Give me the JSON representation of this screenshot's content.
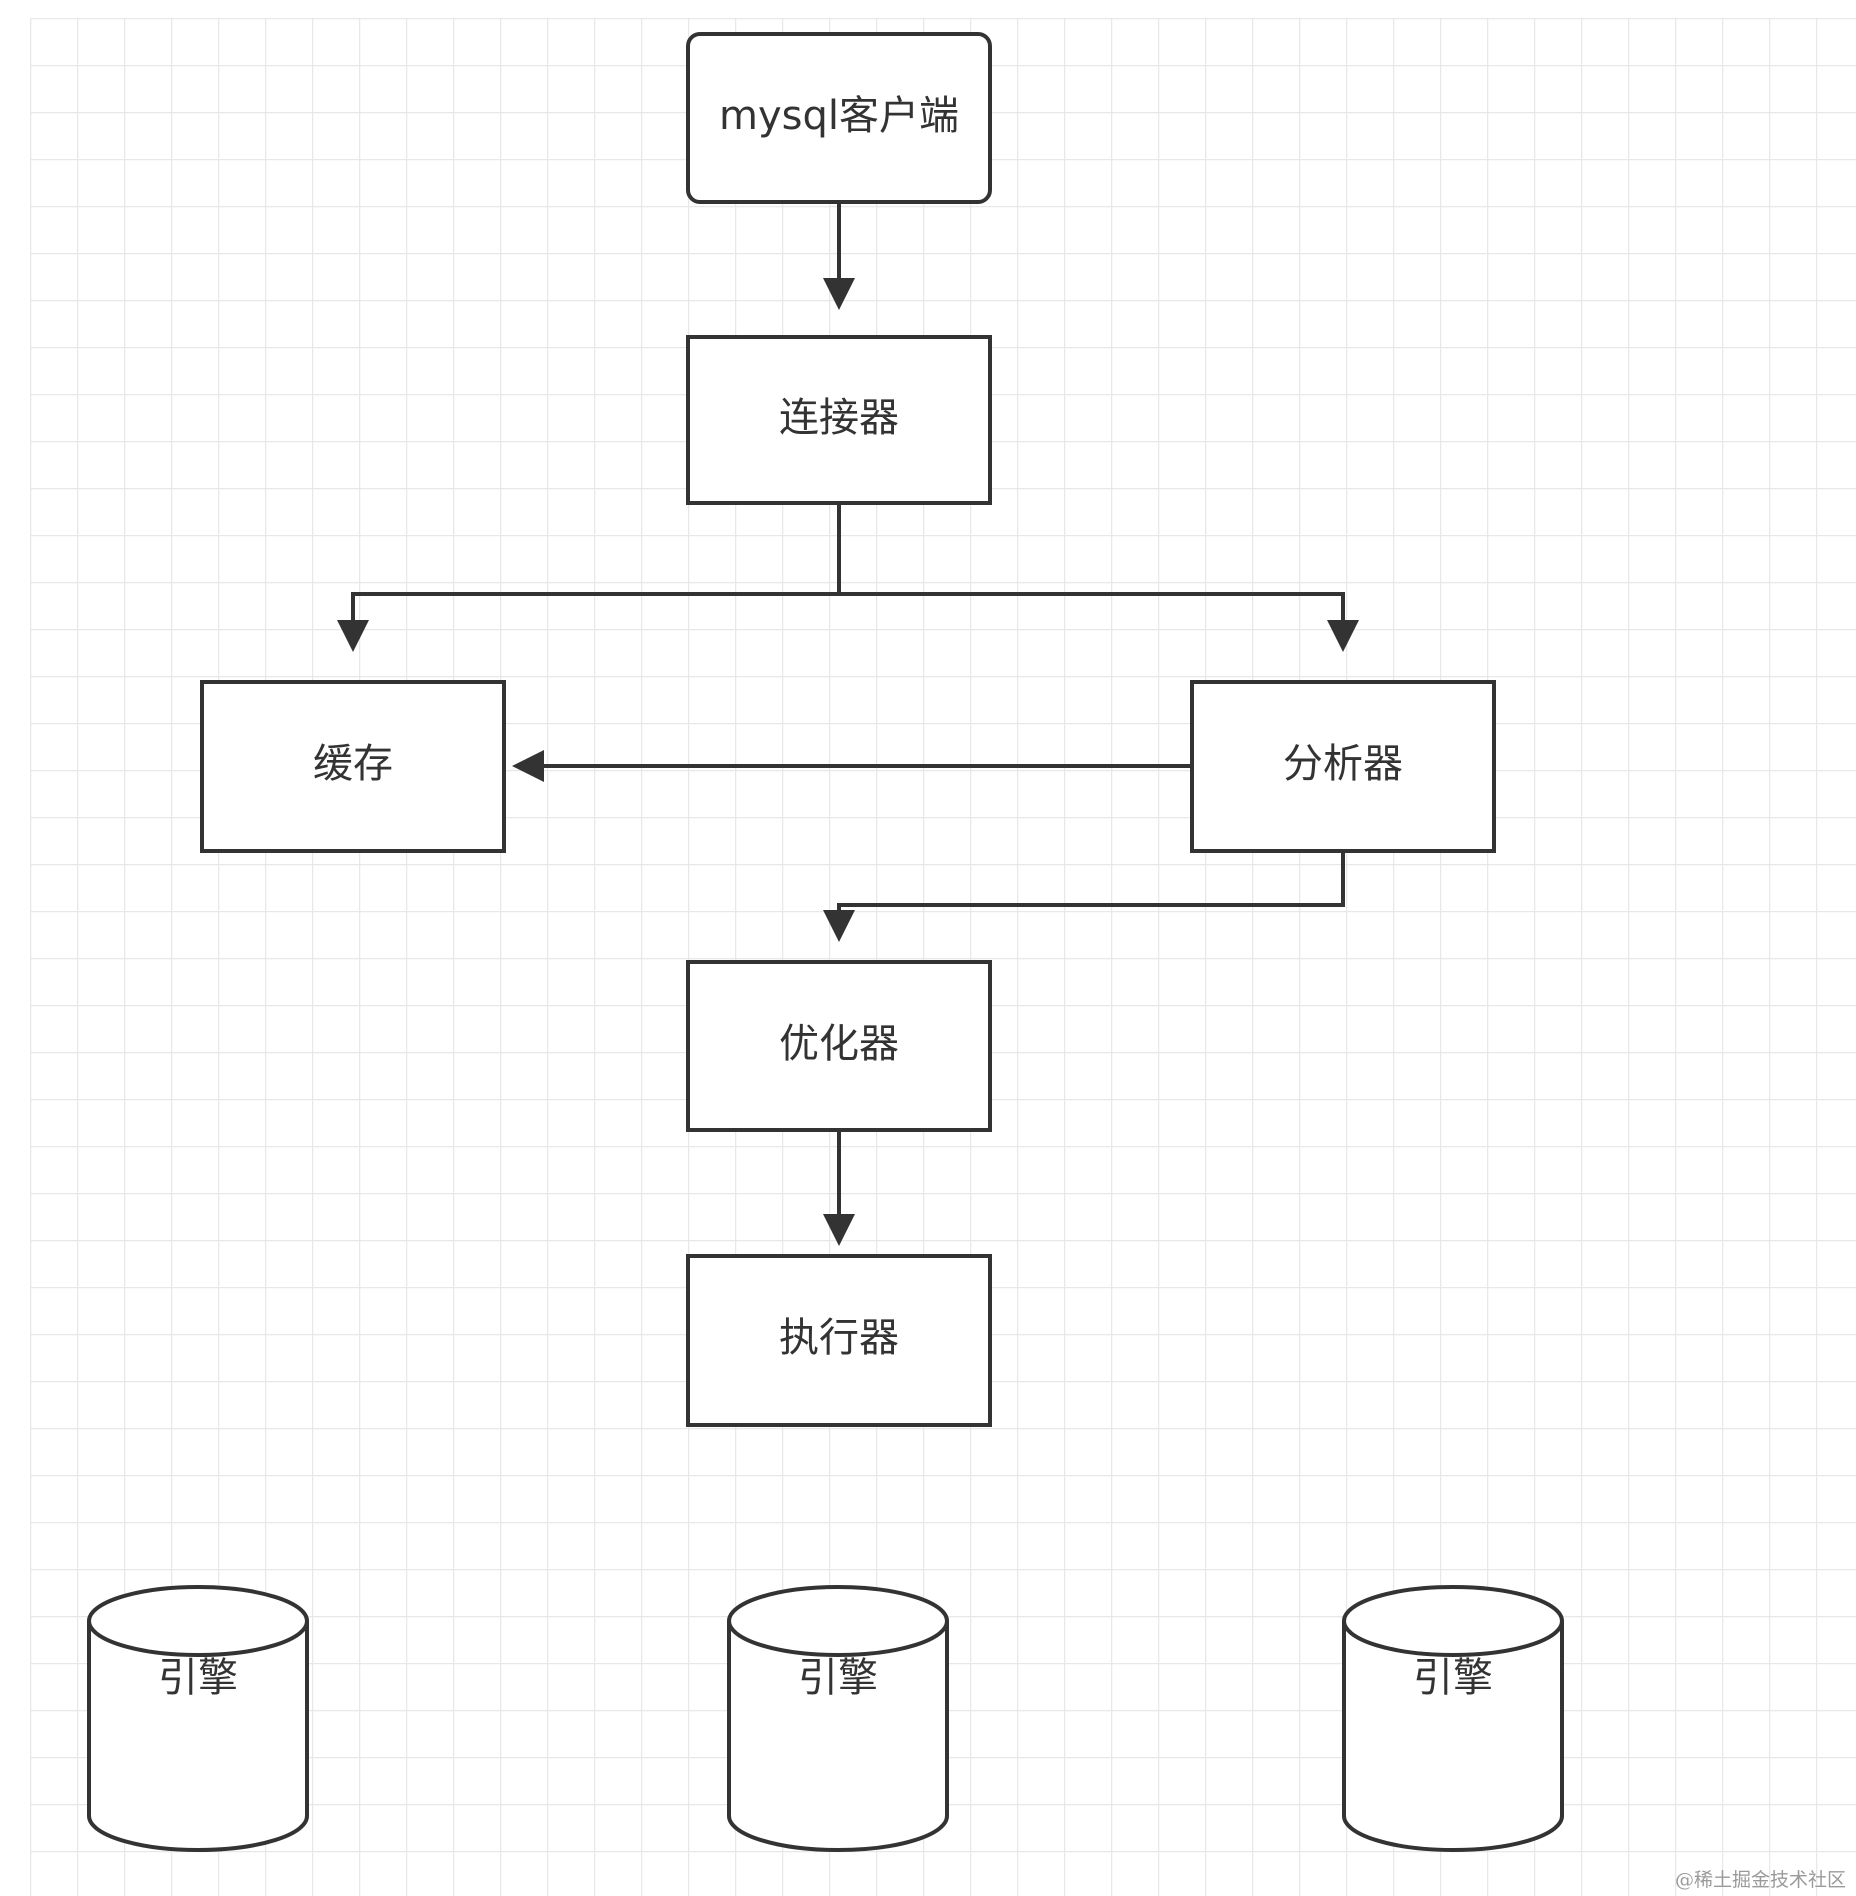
{
  "diagram": {
    "nodes": {
      "client": {
        "label": "mysql客户端",
        "shape": "rounded-rect"
      },
      "connector": {
        "label": "连接器",
        "shape": "rect"
      },
      "cache": {
        "label": "缓存",
        "shape": "rect"
      },
      "analyzer": {
        "label": "分析器",
        "shape": "rect"
      },
      "optimizer": {
        "label": "优化器",
        "shape": "rect"
      },
      "executor": {
        "label": "执行器",
        "shape": "rect"
      },
      "engine_1": {
        "label": "引擎",
        "shape": "cylinder"
      },
      "engine_2": {
        "label": "引擎",
        "shape": "cylinder"
      },
      "engine_3": {
        "label": "引擎",
        "shape": "cylinder"
      }
    },
    "edges": [
      {
        "from": "client",
        "to": "connector"
      },
      {
        "from": "connector",
        "to": "cache"
      },
      {
        "from": "connector",
        "to": "analyzer"
      },
      {
        "from": "analyzer",
        "to": "cache"
      },
      {
        "from": "analyzer",
        "to": "optimizer"
      },
      {
        "from": "optimizer",
        "to": "executor"
      }
    ]
  },
  "watermark": "@稀土掘金技术社区",
  "colors": {
    "stroke": "#333333",
    "grid": "#e6e6e6",
    "background": "#ffffff"
  }
}
